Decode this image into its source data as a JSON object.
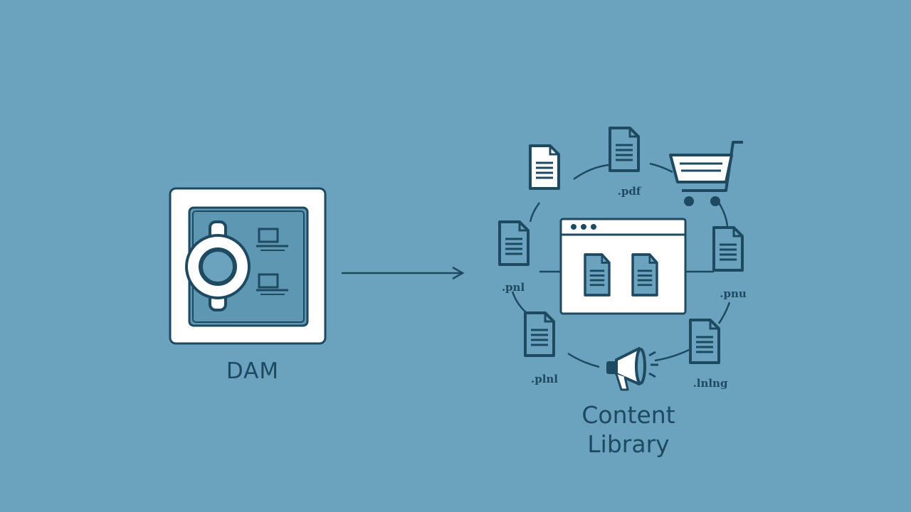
{
  "labels": {
    "dam": "DAM",
    "content_library_line1": "Content",
    "content_library_line2": "Library"
  },
  "file_extensions": {
    "top": ".pdf",
    "left": ".pnl",
    "right": ".pnu",
    "bottom_left": ".plnl",
    "bottom_right": ".lnlng"
  },
  "icons": [
    "vault-icon",
    "arrow-icon",
    "document-icon",
    "shopping-cart-icon",
    "browser-window-icon",
    "megaphone-icon"
  ],
  "colors": {
    "background": "#6ba3bf",
    "ink": "#1d4a61",
    "paper": "#ffffff",
    "vault_inner": "#5e97b2"
  }
}
